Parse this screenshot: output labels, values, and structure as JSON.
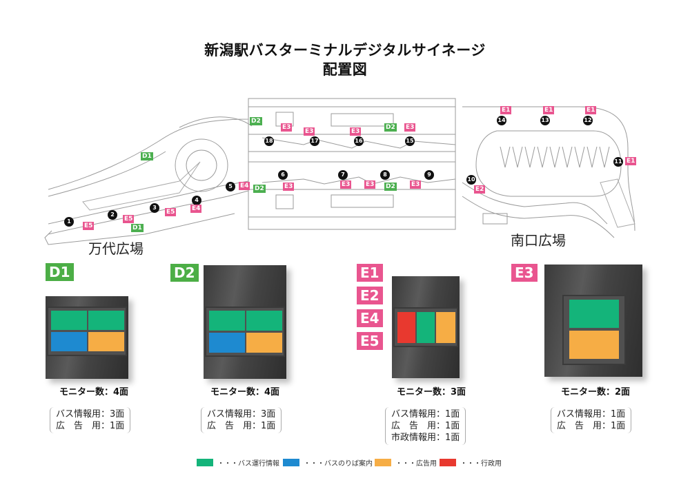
{
  "title": {
    "line1": "新潟駅バスターミナルデジタルサイネージ",
    "line2": "配置図"
  },
  "colors": {
    "bus_operation": "#14b47a",
    "bus_stop_guide": "#1e8ad0",
    "advertising": "#f6ad45",
    "government": "#e8392f",
    "d_label": "#4cae46",
    "e_label": "#e9558f"
  },
  "map": {
    "plazas": {
      "west": "万代広場",
      "south": "南口広場"
    },
    "stop_numbers": [
      "1",
      "2",
      "3",
      "4",
      "5",
      "6",
      "7",
      "8",
      "9",
      "10",
      "11",
      "12",
      "13",
      "14",
      "15",
      "16",
      "17",
      "18"
    ],
    "signage_tags": [
      {
        "id": "D1",
        "type": "d"
      },
      {
        "id": "D1",
        "type": "d"
      },
      {
        "id": "D2",
        "type": "d"
      },
      {
        "id": "D2",
        "type": "d"
      },
      {
        "id": "D2",
        "type": "d"
      },
      {
        "id": "D2",
        "type": "d"
      },
      {
        "id": "E5",
        "type": "e"
      },
      {
        "id": "E5",
        "type": "e"
      },
      {
        "id": "E5",
        "type": "e"
      },
      {
        "id": "E4",
        "type": "e"
      },
      {
        "id": "E4",
        "type": "e"
      },
      {
        "id": "E3",
        "type": "e"
      },
      {
        "id": "E3",
        "type": "e"
      },
      {
        "id": "E3",
        "type": "e"
      },
      {
        "id": "E3",
        "type": "e"
      },
      {
        "id": "E3",
        "type": "e"
      },
      {
        "id": "E3",
        "type": "e"
      },
      {
        "id": "E3",
        "type": "e"
      },
      {
        "id": "E3",
        "type": "e"
      },
      {
        "id": "E1",
        "type": "e"
      },
      {
        "id": "E1",
        "type": "e"
      },
      {
        "id": "E1",
        "type": "e"
      },
      {
        "id": "E1",
        "type": "e"
      },
      {
        "id": "E2",
        "type": "e"
      }
    ]
  },
  "types": [
    {
      "labels": [
        "D1"
      ],
      "monitor_count": "モニター数：4面",
      "spec": [
        "バス情報用：3面",
        "広　告　用：1面"
      ]
    },
    {
      "labels": [
        "D2"
      ],
      "monitor_count": "モニター数：4面",
      "spec": [
        "バス情報用：3面",
        "広　告　用：1面"
      ]
    },
    {
      "labels": [
        "E1",
        "E2",
        "E4",
        "E5"
      ],
      "monitor_count": "モニター数：3面",
      "spec": [
        "バス情報用：1面",
        "広　告　用：1面",
        "市政情報用：1面"
      ]
    },
    {
      "labels": [
        "E3"
      ],
      "monitor_count": "モニター数：2面",
      "spec": [
        "バス情報用：1面",
        "広　告　用：1面"
      ]
    }
  ],
  "legend": [
    {
      "label": "・・・バス運行情報",
      "color": "#14b47a"
    },
    {
      "label": "・・・バスのりば案内",
      "color": "#1e8ad0"
    },
    {
      "label": "・・・広告用",
      "color": "#f6ad45"
    },
    {
      "label": "・・・行政用",
      "color": "#e8392f"
    }
  ]
}
